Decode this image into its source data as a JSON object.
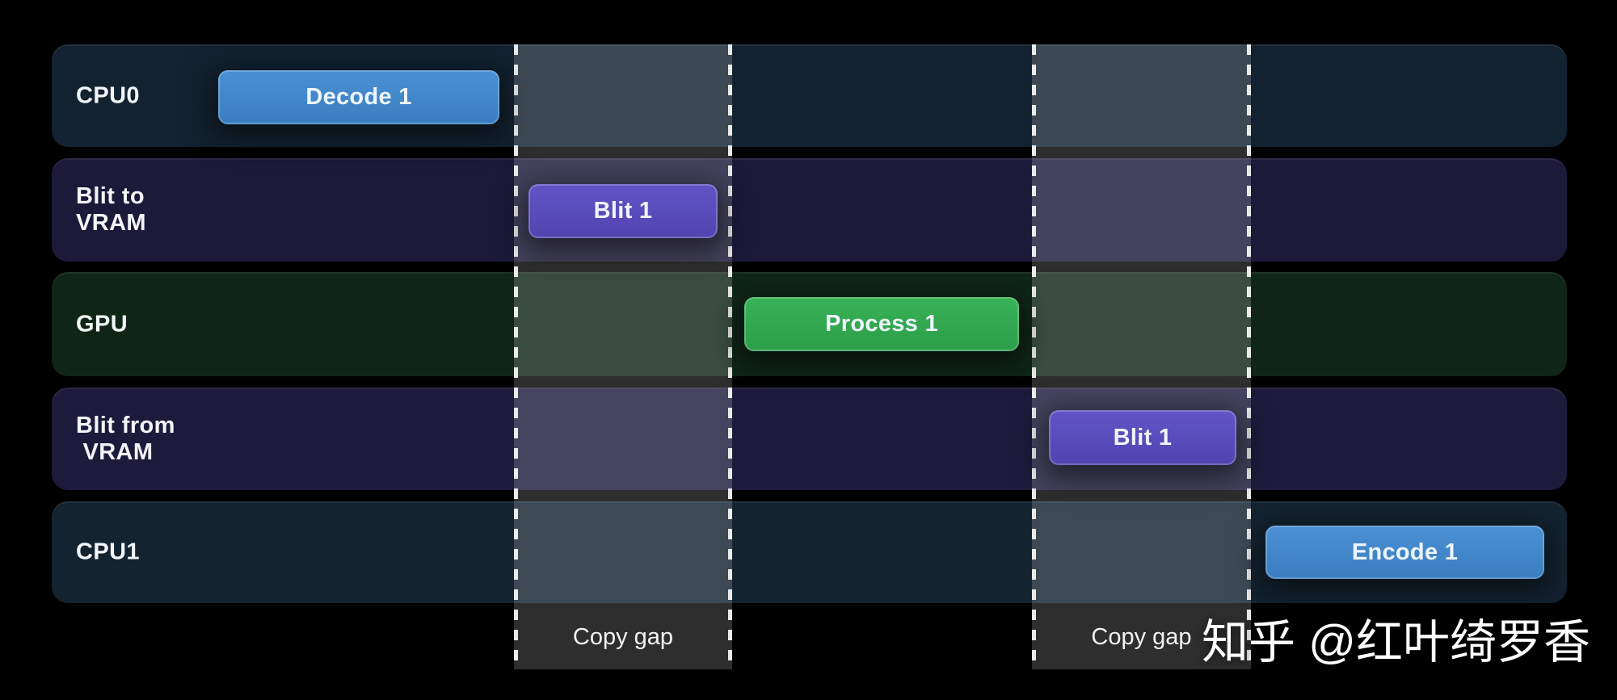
{
  "rows": [
    {
      "label": "CPU0",
      "task": {
        "label": "Decode 1",
        "color": "#3d86c8"
      }
    },
    {
      "label": "Blit to\nVRAM",
      "task": {
        "label": "Blit 1",
        "color": "#5a4dbb"
      }
    },
    {
      "label": "GPU",
      "task": {
        "label": "Process 1",
        "color": "#31a94f"
      }
    },
    {
      "label": "Blit from\n VRAM",
      "task": {
        "label": "Blit 1",
        "color": "#5a4dbb"
      }
    },
    {
      "label": "CPU1",
      "task": {
        "label": "Encode 1",
        "color": "#3d86c8"
      }
    }
  ],
  "copy_gaps": [
    {
      "label": "Copy gap"
    },
    {
      "label": "Copy gap"
    }
  ],
  "watermark": "知乎 @红叶绮罗香",
  "colors": {
    "background": "#000000",
    "row_cpu": "#122230",
    "row_blit": "#1c1939",
    "row_gpu": "#0f2617",
    "band_overlay": "rgba(255,255,255,0.18)",
    "dash": "#ebebeb",
    "copy_gap_box": "#2e2e2e",
    "task_blue": "#3d86c8",
    "task_purple": "#5a4dbb",
    "task_green": "#31a94f",
    "text": "#f2f6f9"
  }
}
